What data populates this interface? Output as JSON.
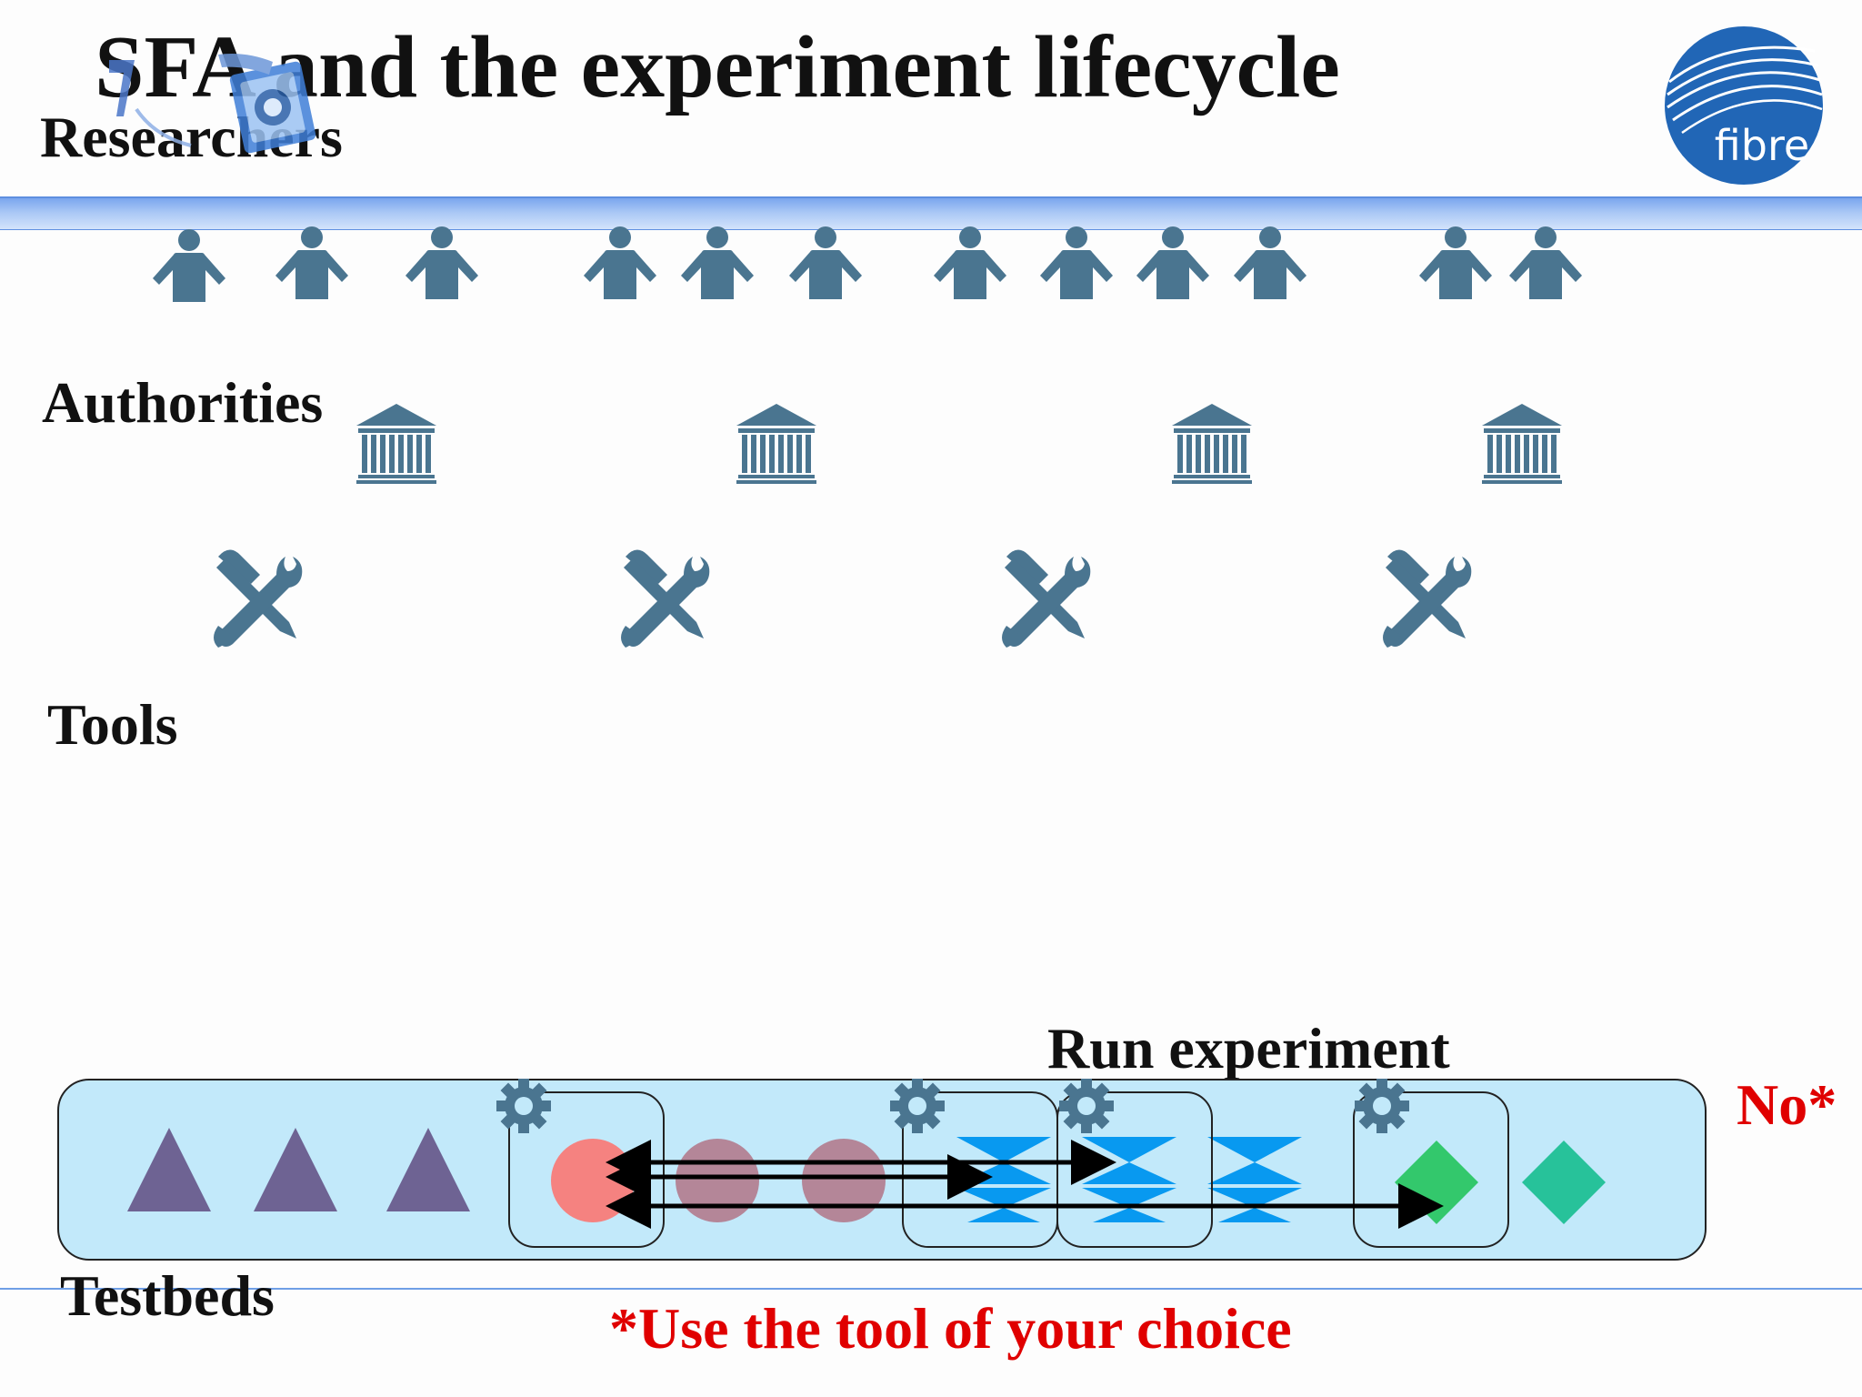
{
  "title": "SFA and the experiment lifecycle",
  "labels": {
    "researchers": "Researchers",
    "authorities": "Authorities",
    "tools": "Tools",
    "testbeds": "Testbeds",
    "run_experiment": "Run experiment",
    "no": "No*",
    "footnote": "*Use the tool of your choice"
  },
  "logos": {
    "fibre": "fibre",
    "left_logo": "project-logo"
  },
  "icons": {
    "researcher": "person-icon",
    "authority": "institution-icon",
    "tool": "tools-icon",
    "resource": "gear-icon"
  },
  "colors": {
    "icon": "#4a7590",
    "testbed_fill": "#c2e9fa",
    "triangle": "#6e6393",
    "circle_active": "#f58280",
    "circle": "#b48698",
    "hourglass": "#0899f0",
    "diamond_active": "#33c86c",
    "diamond": "#27c29a",
    "accent_red": "#e00000"
  }
}
